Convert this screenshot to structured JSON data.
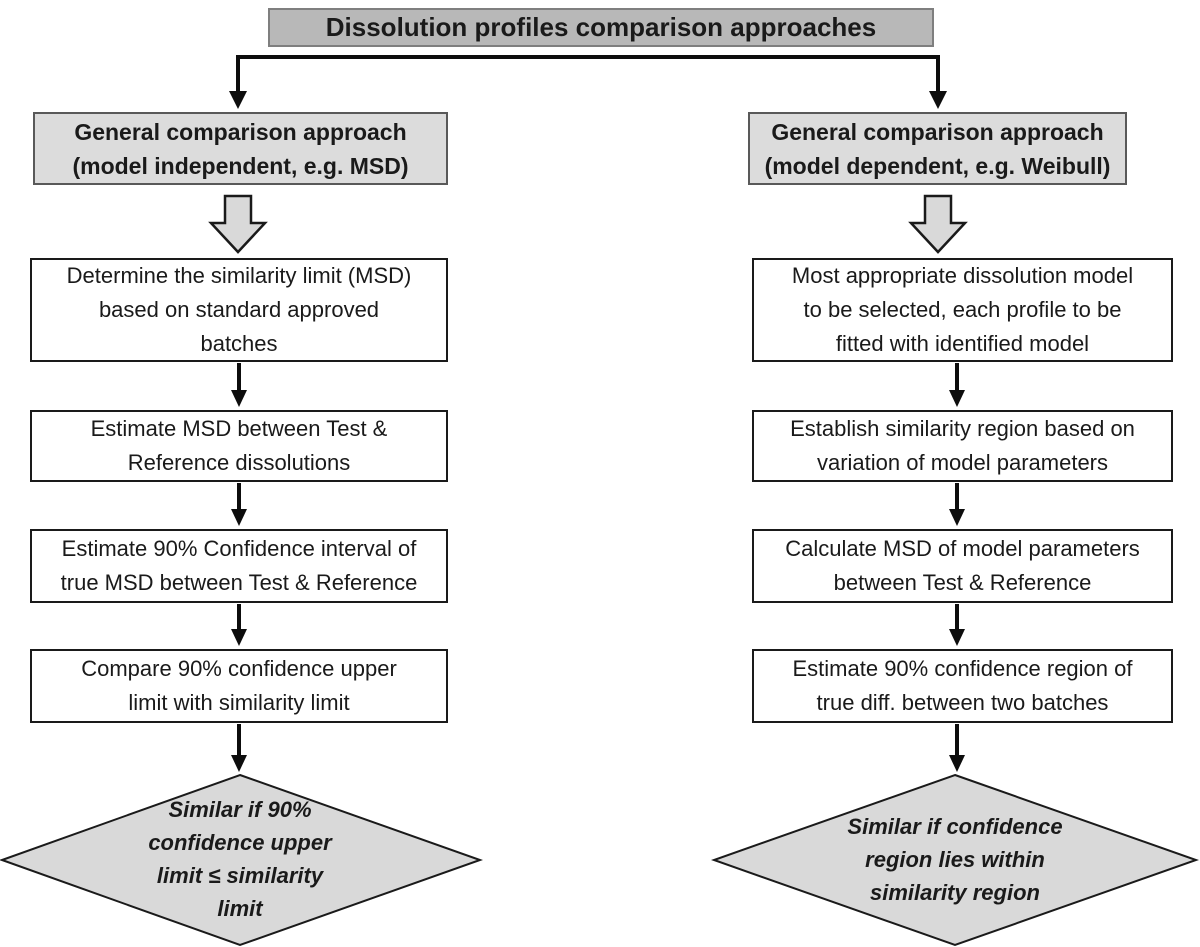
{
  "title": "Dissolution profiles comparison approaches",
  "palette": {
    "title_fill": "#b8b8b8",
    "title_border": "#7f7f7f",
    "header_fill": "#dcdcdc",
    "header_border": "#595959",
    "step_fill": "#ffffff",
    "step_border": "#1a1a1a",
    "diamond_fill": "#d9d9d9",
    "arrow_color": "#0d0d0d"
  },
  "columns": [
    {
      "header": "General comparison approach\n(model independent, e.g. MSD)",
      "steps": [
        "Determine the similarity limit (MSD)\nbased on standard approved\nbatches",
        "Estimate MSD between Test &\nReference dissolutions",
        "Estimate 90% Confidence interval of\ntrue MSD between Test & Reference",
        "Compare 90% confidence upper\nlimit with similarity limit"
      ],
      "decision": "Similar if 90%\nconfidence upper\nlimit ≤ similarity\nlimit"
    },
    {
      "header": "General comparison approach\n(model dependent, e.g. Weibull)",
      "steps": [
        "Most appropriate dissolution model\nto be selected, each profile to be\nfitted with identified model",
        "Establish similarity region based on\nvariation of model parameters",
        "Calculate MSD of model parameters\nbetween Test & Reference",
        "Estimate 90% confidence region of\ntrue diff. between two batches"
      ],
      "decision": "Similar if confidence\nregion lies within\nsimilarity region"
    }
  ]
}
